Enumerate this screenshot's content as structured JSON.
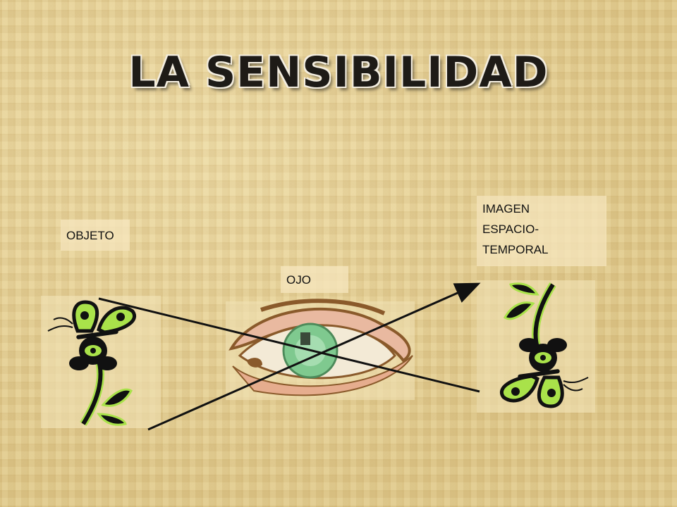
{
  "title": "LA SENSIBILIDAD",
  "labels": {
    "objeto": "OBJETO",
    "ojo": "OJO",
    "imagen_line1": "IMAGEN",
    "imagen_line2": "ESPACIO-",
    "imagen_line3": "TEMPORAL"
  },
  "icons": [
    "butterfly-flower-icon",
    "eye-icon",
    "butterfly-flower-inverted-icon",
    "arrow-icon"
  ],
  "colors": {
    "leaf_green": "#a9e24a",
    "dark": "#111111",
    "iris": "#7fc98f",
    "skin": "#e9b9a0",
    "brow": "#8a5a2b"
  }
}
